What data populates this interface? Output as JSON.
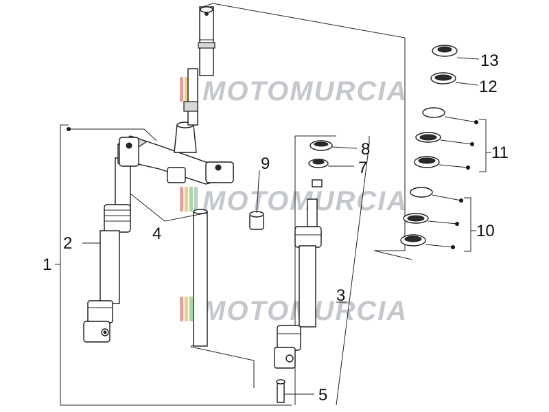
{
  "watermark": {
    "text": "MOTOMURCIA",
    "colors": [
      "#e7a0a0",
      "#f0d27a",
      "#a8d8a8",
      "#c4c8cc"
    ]
  },
  "callouts": [
    {
      "id": "1",
      "label": "1"
    },
    {
      "id": "2",
      "label": "2"
    },
    {
      "id": "3",
      "label": "3"
    },
    {
      "id": "4",
      "label": "4"
    },
    {
      "id": "5",
      "label": "5"
    },
    {
      "id": "7",
      "label": "7"
    },
    {
      "id": "8",
      "label": "8"
    },
    {
      "id": "9",
      "label": "9"
    },
    {
      "id": "10",
      "label": "10"
    },
    {
      "id": "11",
      "label": "11"
    },
    {
      "id": "12",
      "label": "12"
    },
    {
      "id": "13",
      "label": "13"
    }
  ]
}
